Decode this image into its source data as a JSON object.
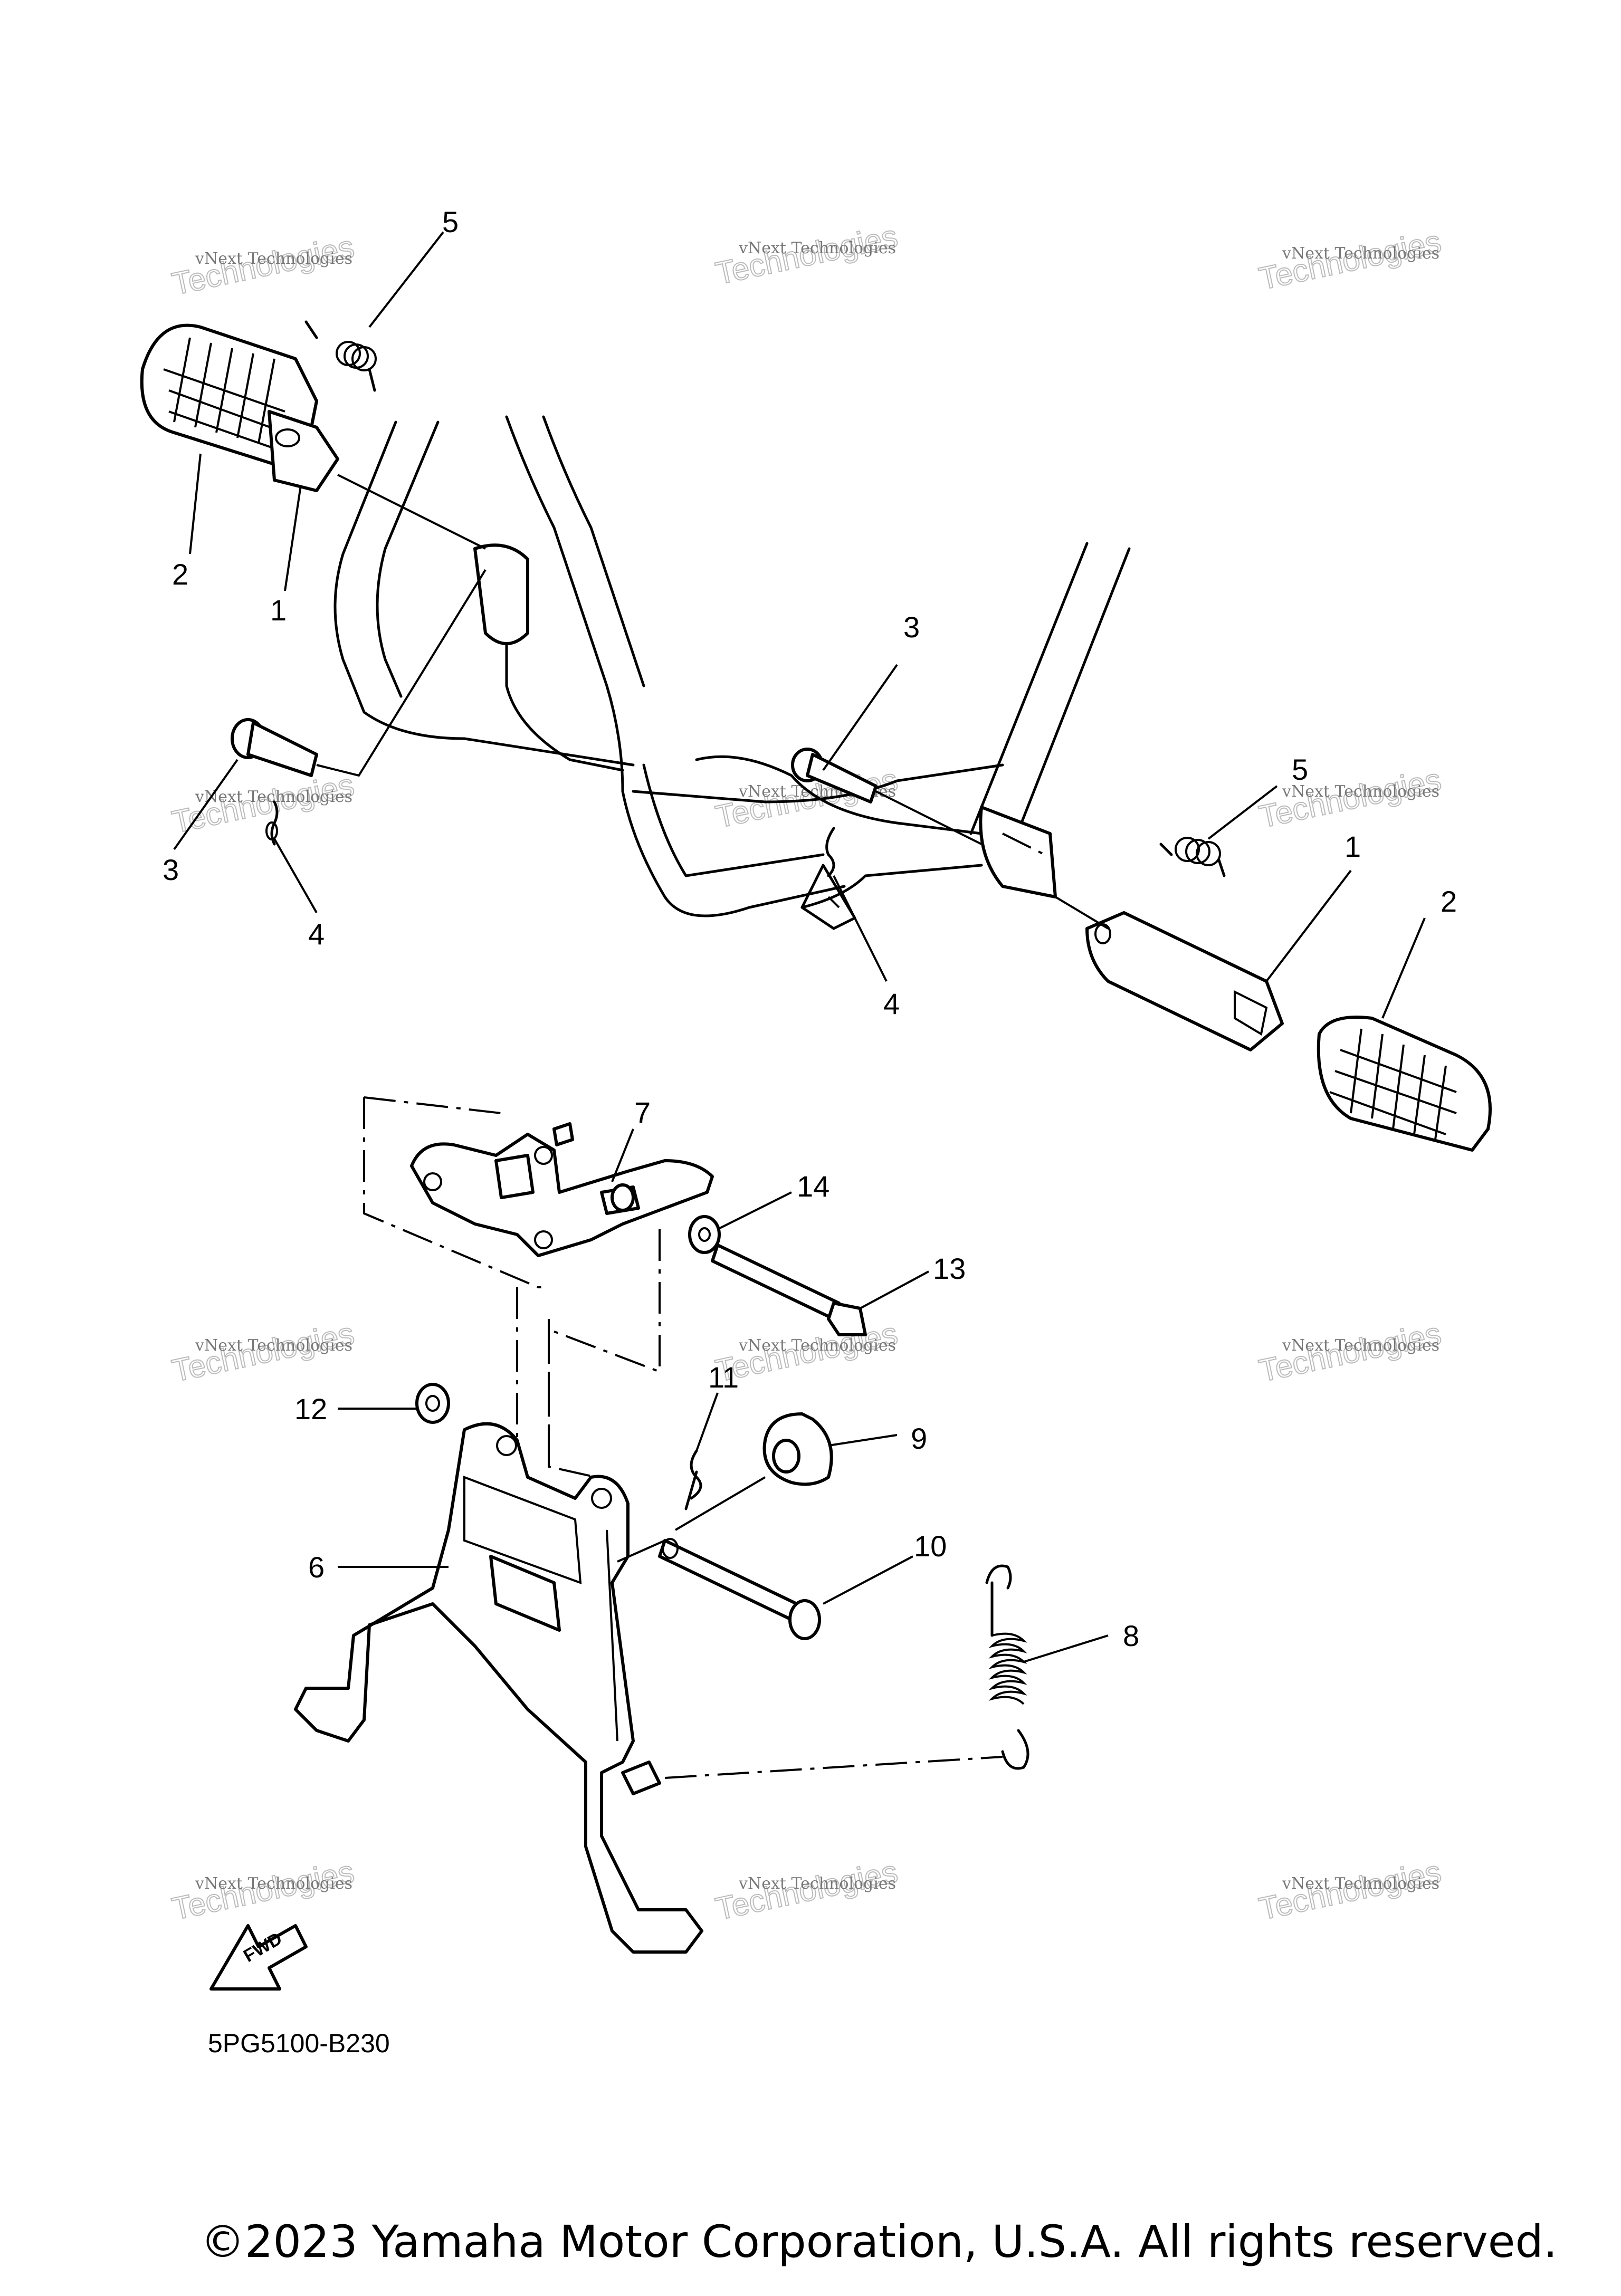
{
  "diagram": {
    "callouts": {
      "c1_left": "1",
      "c2_left": "2",
      "c3_left": "3",
      "c4_left": "4",
      "c5_left": "5",
      "c1_right": "1",
      "c2_right": "2",
      "c3_right": "3",
      "c4_right": "4",
      "c5_right": "5",
      "c6": "6",
      "c7": "7",
      "c8": "8",
      "c9": "9",
      "c10": "10",
      "c11": "11",
      "c12": "12",
      "c13": "13",
      "c14": "14"
    },
    "fwd_label": "FWD",
    "diagram_code": "5PG5100-B230",
    "watermark_line1": "vNext Technologies",
    "watermark_line2": "Technologies"
  },
  "footer": {
    "copyright": "©2023 Yamaha Motor Corporation, U.S.A. All rights reserved."
  }
}
